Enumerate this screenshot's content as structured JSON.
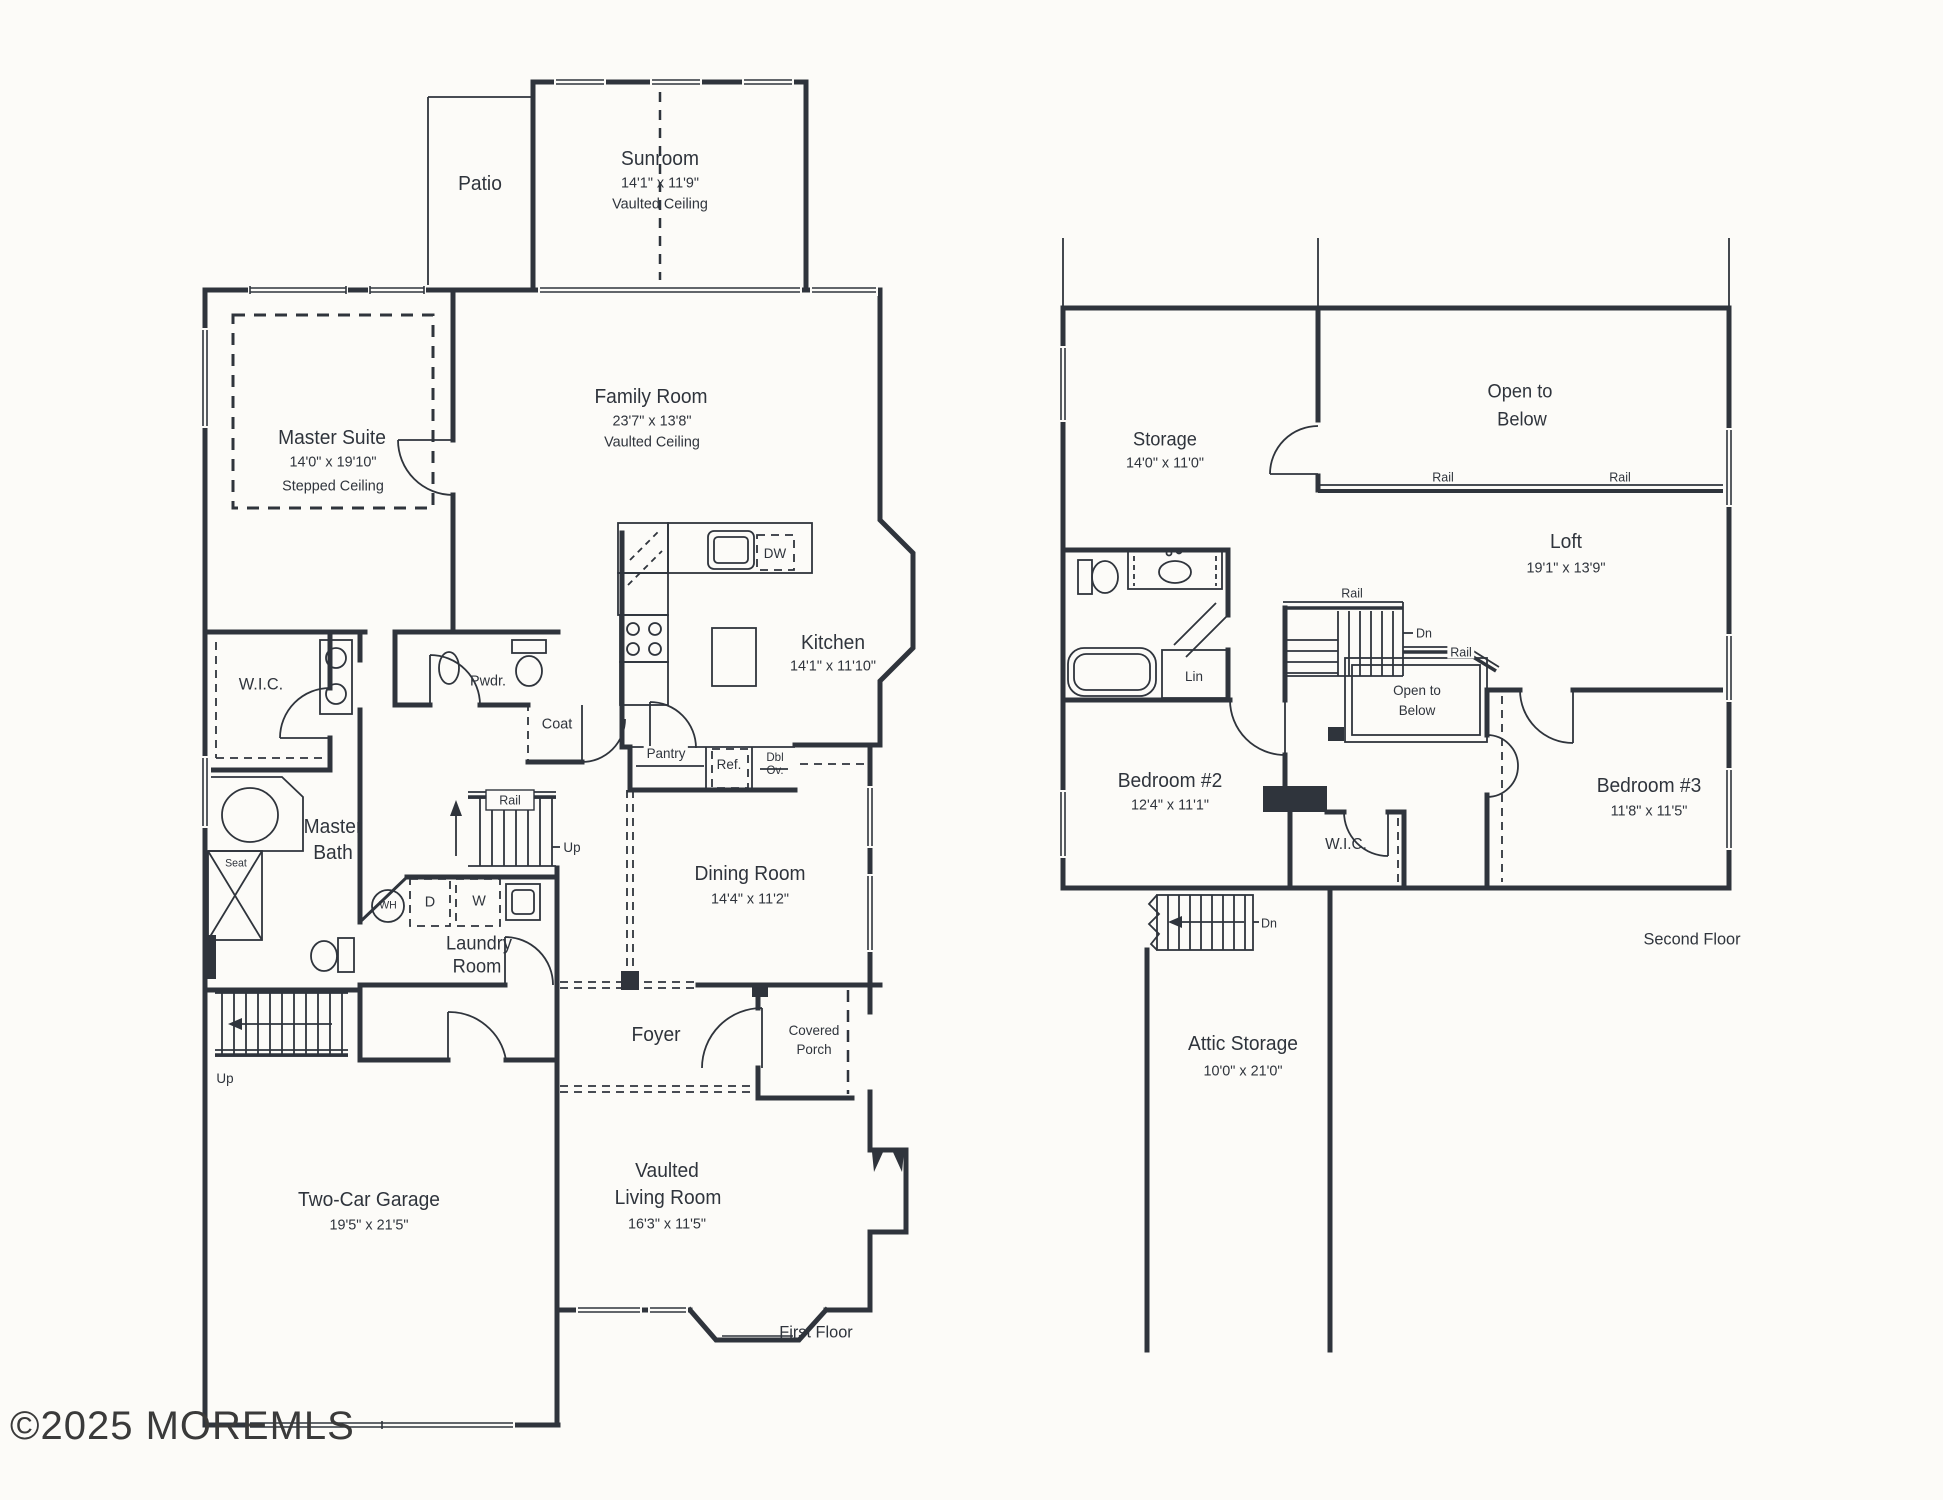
{
  "watermark": "©2025 MOREMLS",
  "colors": {
    "line": "#2f343c",
    "background": "#fcfbf8"
  },
  "first_floor": {
    "caption": "First Floor",
    "rooms": {
      "patio": {
        "name": "Patio"
      },
      "sunroom": {
        "name": "Sunroom",
        "dims": "14'1\" x 11'9\"",
        "note": "Vaulted Ceiling"
      },
      "family_room": {
        "name": "Family Room",
        "dims": "23'7\" x 13'8\"",
        "note": "Vaulted Ceiling"
      },
      "master_suite": {
        "name": "Master Suite",
        "dims": "14'0\" x 19'10\"",
        "note": "Stepped Ceiling"
      },
      "master_bath": {
        "line1": "Master",
        "line2": "Bath"
      },
      "wic": {
        "name": "W.I.C."
      },
      "powder": {
        "name": "Pwdr."
      },
      "coat": {
        "name": "Coat"
      },
      "kitchen": {
        "name": "Kitchen",
        "dims": "14'1\" x 11'10\""
      },
      "dining_room": {
        "name": "Dining Room",
        "dims": "14'4\" x 11'2\""
      },
      "laundry_room": {
        "line1": "Laundry",
        "line2": "Room"
      },
      "foyer": {
        "name": "Foyer"
      },
      "covered_porch": {
        "line1": "Covered",
        "line2": "Porch"
      },
      "garage": {
        "name": "Two-Car Garage",
        "dims": "19'5\" x 21'5\""
      },
      "living_room": {
        "line1": "Vaulted",
        "line2": "Living Room",
        "dims": "16'3\" x 11'5\""
      }
    },
    "fixtures": {
      "pantry": "Pantry",
      "fridge": "Ref.",
      "double_oven_line1": "Dbl",
      "double_oven_line2": "Ov.",
      "dishwasher": "DW",
      "seat": "Seat",
      "water_heater": "WH",
      "dryer": "D",
      "washer": "W"
    },
    "annotations": {
      "rail": "Rail",
      "up_stairs": "Up",
      "up_garage": "Up"
    }
  },
  "second_floor": {
    "caption": "Second Floor",
    "rooms": {
      "storage": {
        "name": "Storage",
        "dims": "14'0\" x 11'0\""
      },
      "loft": {
        "name": "Loft",
        "dims": "19'1\" x 13'9\""
      },
      "bedroom2": {
        "name": "Bedroom #2",
        "dims": "12'4\" x 11'1\""
      },
      "bedroom3": {
        "name": "Bedroom #3",
        "dims": "11'8\" x 11'5\""
      },
      "wic": {
        "name": "W.I.C."
      },
      "linen": {
        "name": "Lin"
      },
      "attic_storage": {
        "name": "Attic Storage",
        "dims": "10'0\" x 21'0\""
      }
    },
    "annotations": {
      "open_to_below_line1": "Open to",
      "open_to_below_line2": "Below",
      "stair_open_line1": "Open to",
      "stair_open_line2": "Below",
      "rail_left": "Rail",
      "rail_right": "Rail",
      "rail_stair_top": "Rail",
      "rail_stair_mid": "Rail",
      "dn_stairs": "Dn",
      "dn_attic": "Dn"
    }
  }
}
